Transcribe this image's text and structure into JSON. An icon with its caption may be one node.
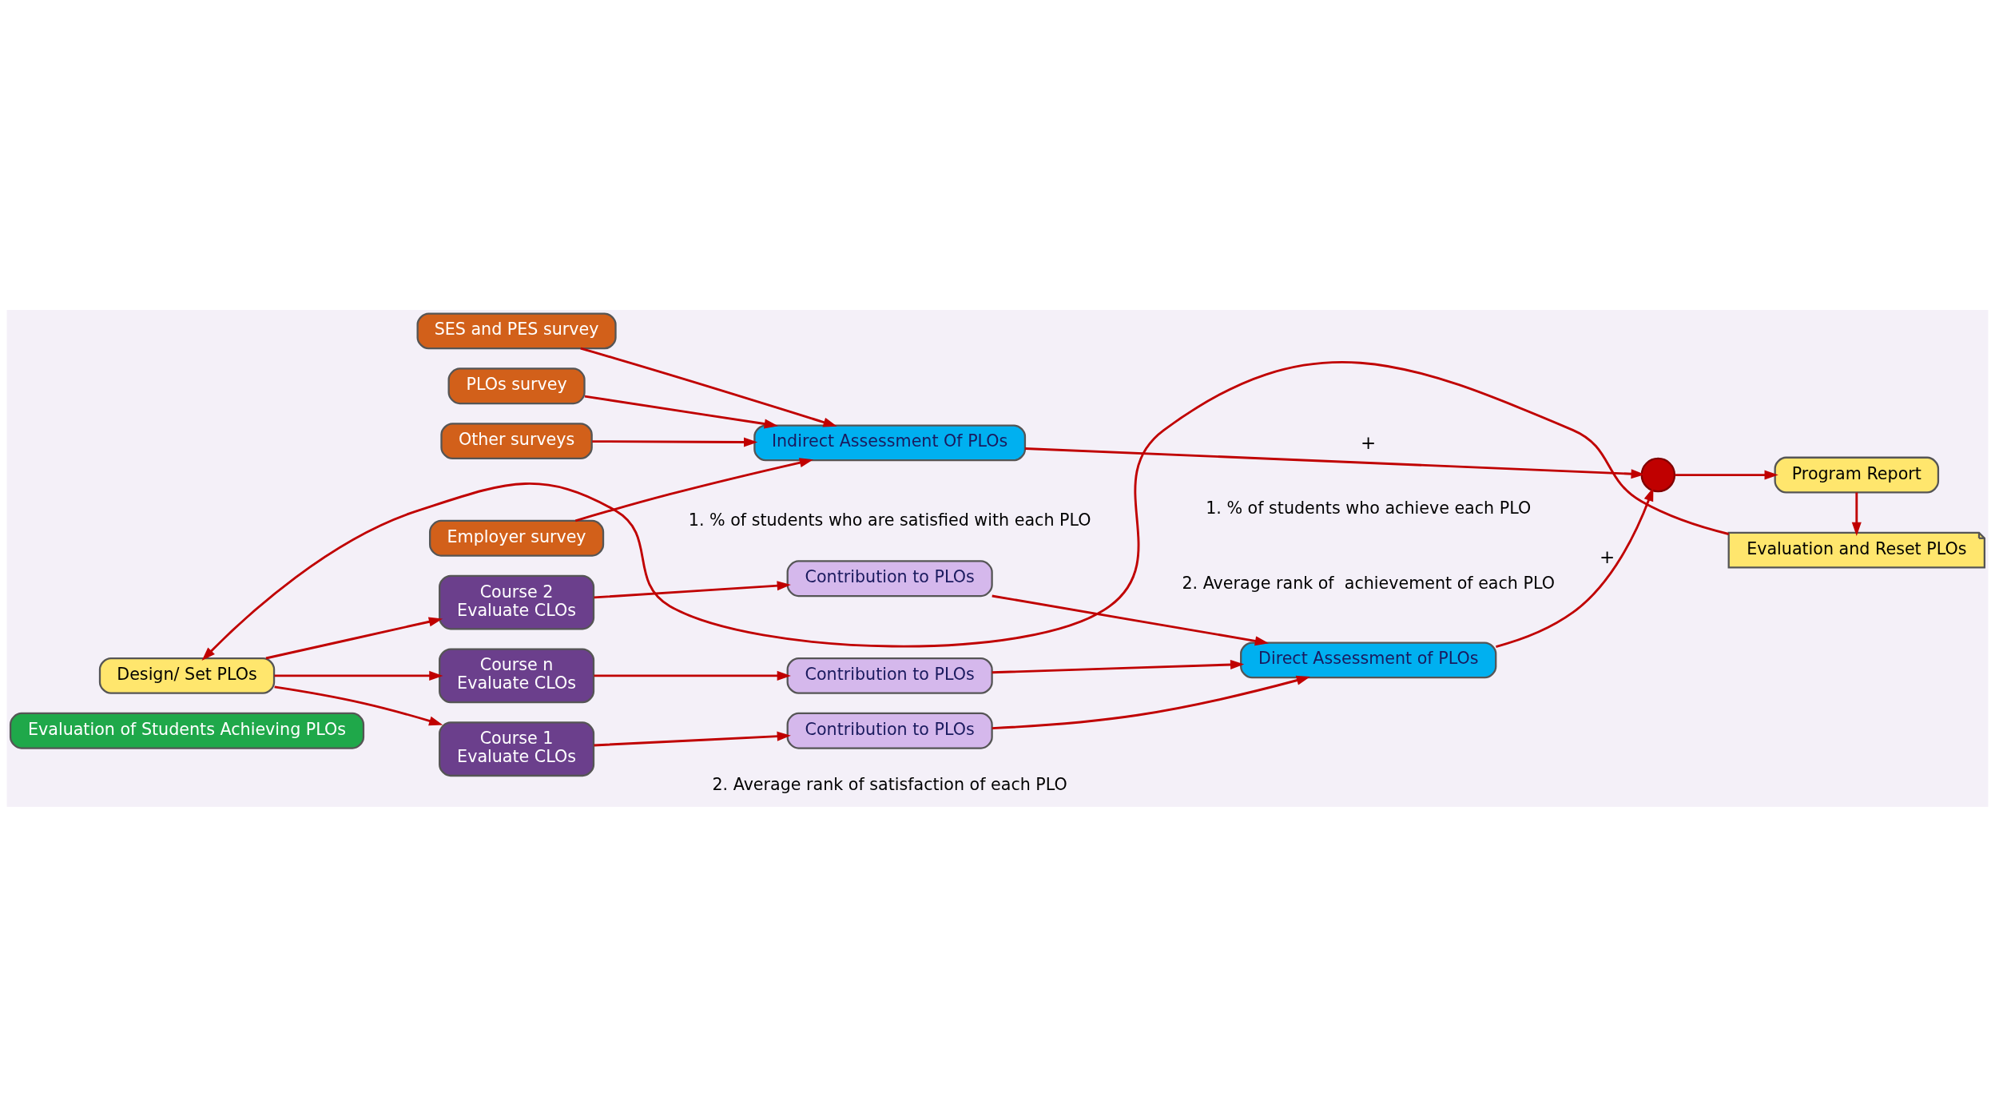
{
  "diagram": {
    "nodes": [
      {
        "text": [
          "Evaluation of Students Achieving PLOs"
        ]
      },
      {
        "text": [
          "Design/ Set PLOs"
        ]
      },
      {
        "text": [
          "Course 1",
          "Evaluate CLOs"
        ]
      },
      {
        "text": [
          "Course 2",
          "Evaluate CLOs"
        ]
      },
      {
        "text": [
          "Course n",
          "Evaluate CLOs"
        ]
      },
      {
        "text": [
          "Contribution to PLOs"
        ]
      },
      {
        "text": [
          "Contribution to PLOs"
        ]
      },
      {
        "text": [
          "Contribution to PLOs"
        ]
      },
      {
        "text": [
          "Direct Assessment of PLOs"
        ]
      },
      {
        "text": [],
        "shape": "circle"
      },
      {
        "text": [
          "Program Report"
        ]
      },
      {
        "text": [
          "SES and PES survey"
        ]
      },
      {
        "text": [
          "PLOs survey"
        ]
      },
      {
        "text": [
          "Other surveys"
        ]
      },
      {
        "text": [
          "Employer survey"
        ]
      },
      {
        "text": [
          "Indirect Assessment Of PLOs"
        ]
      },
      {
        "text": [
          "Evaluation and Reset PLOs"
        ]
      }
    ],
    "edges": [
      {
        "from": 1,
        "to": 2,
        "arrow": "to"
      },
      {
        "from": 1,
        "to": 3,
        "arrow": "to"
      },
      {
        "from": 1,
        "to": 4,
        "arrow": "to"
      },
      {
        "from": 2,
        "to": 5,
        "arrow": "to"
      },
      {
        "from": 3,
        "to": 6,
        "arrow": "to"
      },
      {
        "from": 4,
        "to": 7,
        "arrow": "to"
      },
      {
        "from": 5,
        "to": 8,
        "arrow": "to"
      },
      {
        "from": 6,
        "to": 8,
        "arrow": "to"
      },
      {
        "from": 7,
        "to": 8,
        "arrow": "to"
      },
      {
        "from": 8,
        "to": 9,
        "arrow": "to",
        "label": "+"
      },
      {
        "from": 15,
        "to": 9,
        "arrow": "to",
        "label": "+"
      },
      {
        "from": 9,
        "to": 10,
        "arrow": "to"
      },
      {
        "from": 11,
        "to": 15,
        "arrow": "to"
      },
      {
        "from": 12,
        "to": 15,
        "arrow": "to"
      },
      {
        "from": 13,
        "to": 15,
        "arrow": "to"
      },
      {
        "from": 14,
        "to": 15,
        "arrow": "to"
      },
      {
        "from": 10,
        "to": 16,
        "arrow": "to"
      },
      {
        "from": 16,
        "to": 1,
        "arrow": "to"
      }
    ],
    "labels": [
      "1. % of students who achieve each PLO",
      "2. Average rank of  achievement of each PLO",
      "1. % of students who are satisfied with each PLO",
      "2. Average rank of satisfaction of each PLO"
    ]
  }
}
